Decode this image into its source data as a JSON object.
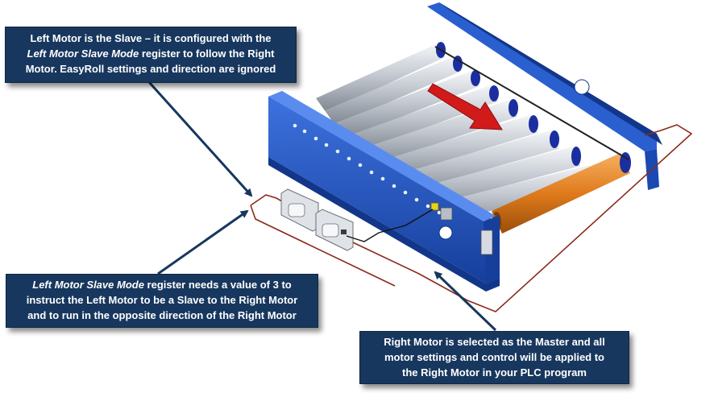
{
  "callouts": {
    "left_motor": {
      "line1": "Left Motor is the Slave – it is configured with the",
      "line2_italic": "Left Motor Slave Mode",
      "line2_rest": " register to follow the Right",
      "line3": "Motor.  EasyRoll settings and direction are ignored"
    },
    "slave_mode": {
      "line1_italic": "Left Motor Slave Mode",
      "line1_rest": " register needs a value of 3 to",
      "line2": "instruct the Left Motor to be a Slave to the Right Motor",
      "line3": "and to run in the opposite direction of the Right Motor"
    },
    "right_motor": {
      "line1": "Right Motor is selected as the Master and all",
      "line2": "motor settings and control will be applied to",
      "line3": "the Right Motor in your PLC program"
    }
  },
  "colors": {
    "callout_bg": "#17375e",
    "frame_blue": "#1f4fbf",
    "roller_gray": "#c9ced6",
    "master_roller": "#e07b1c",
    "direction_arrow": "#d11a1a",
    "cable": "#8b2a1a"
  },
  "icons": {
    "direction": "red-direction-arrow",
    "leaders": "navy-arrow"
  }
}
